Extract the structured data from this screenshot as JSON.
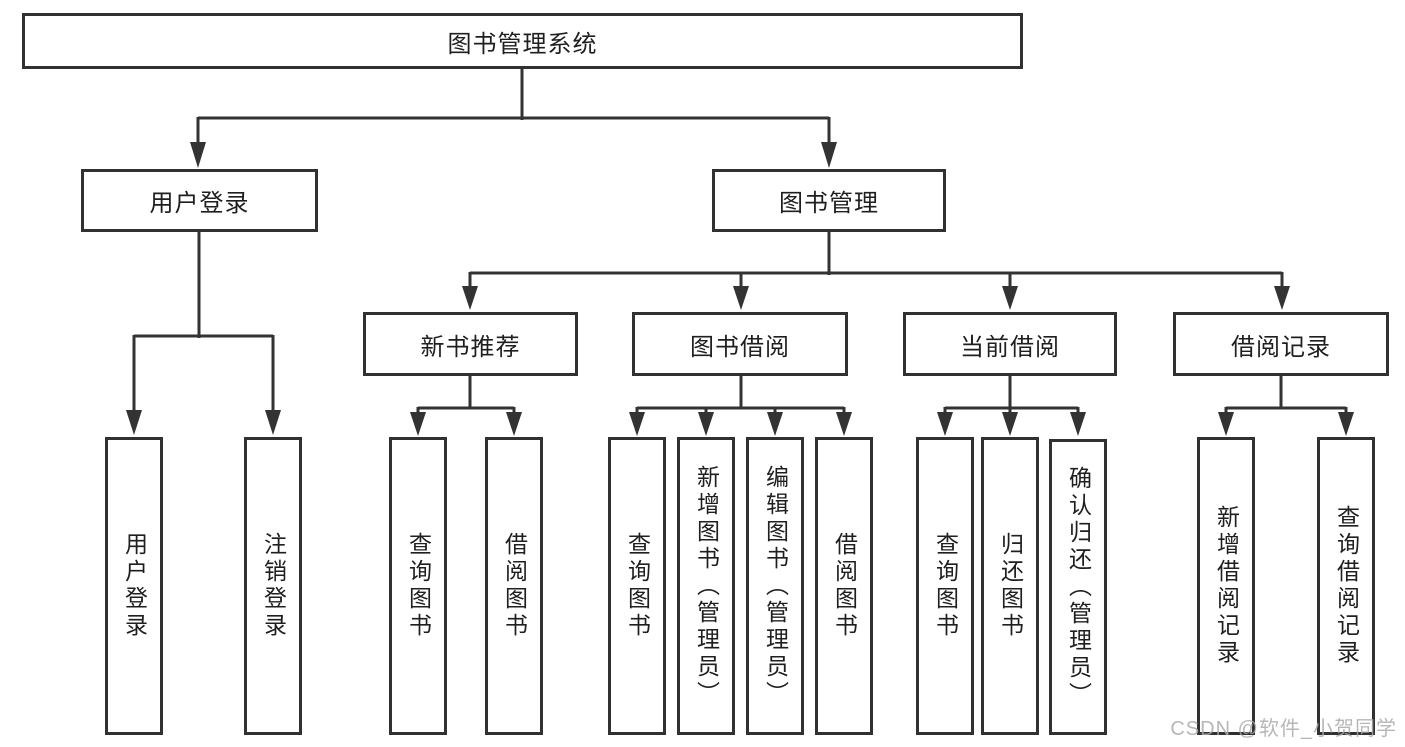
{
  "diagram": {
    "root": "图书管理系统",
    "level2": {
      "user_login": "用户登录",
      "book_mgmt": "图书管理"
    },
    "level3": [
      "新书推荐",
      "图书借阅",
      "当前借阅",
      "借阅记录"
    ],
    "login_leaves": [
      "用户登录",
      "注销登录"
    ],
    "recommend_leaves": [
      "查询图书",
      "借阅图书"
    ],
    "borrow_leaves": [
      "查询图书",
      "新增图书（管理员）",
      "编辑图书（管理员）",
      "借阅图书"
    ],
    "current_leaves": [
      "查询图书",
      "归还图书",
      "确认归还（管理员）"
    ],
    "record_leaves": [
      "新增借阅记录",
      "查询借阅记录"
    ],
    "colors": {
      "box_border": "#313131",
      "connector": "#333333",
      "text": "#1f1f1f",
      "watermark": "#aaaaaa",
      "background": "#ffffff"
    }
  },
  "watermark": "CSDN @软件_小贺同学"
}
